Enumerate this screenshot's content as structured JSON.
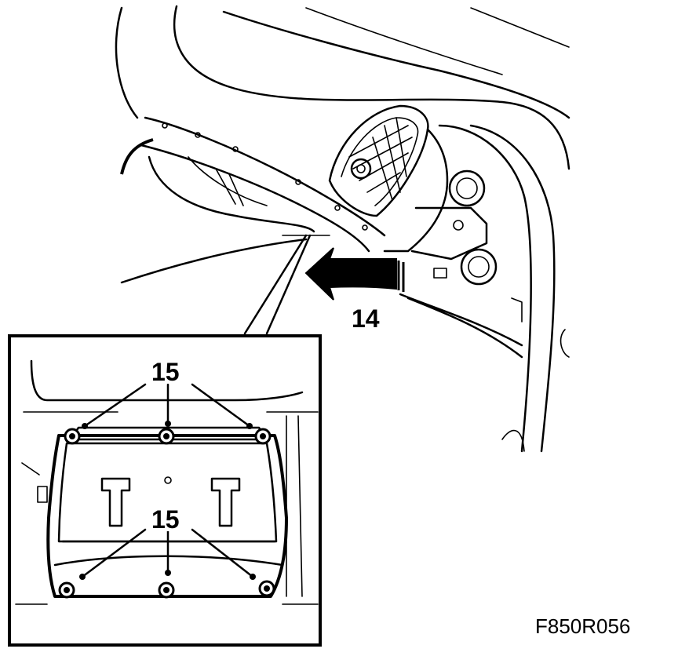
{
  "figure": {
    "callouts": {
      "arrow_label": "14",
      "upper_bolts_label": "15",
      "lower_bolts_label": "15"
    },
    "figure_id": "F850R056"
  },
  "colors": {
    "line": "#000000",
    "background": "#ffffff"
  }
}
